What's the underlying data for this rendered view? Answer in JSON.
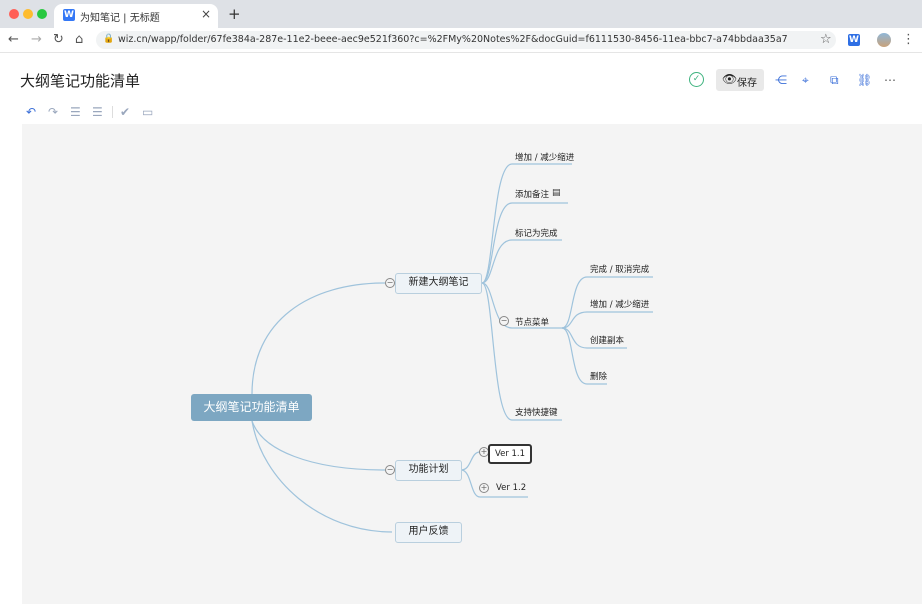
{
  "browser": {
    "tab_title": "为知笔记 | 无标题",
    "tab_favicon": "W",
    "new_tab": "+",
    "tab_close": "×",
    "url": "wiz.cn/wapp/folder/67fe384a-287e-11e2-beee-aec9e521f360?c=%2FMy%20Notes%2F&docGuid=f6111530-8456-11ea-bbc7-a74bbdaa35a7",
    "extension_label": "W",
    "icons": {
      "back": "←",
      "forward": "→",
      "reload": "↻",
      "home": "⌂",
      "lock": "🔒",
      "star": "☆",
      "menu": "⋮"
    }
  },
  "header": {
    "doc_title": "大纲笔记功能清单",
    "save_label": "保存",
    "icons": {
      "check": "✓",
      "eye": "👁",
      "share_tree": "⋲",
      "focus": "⌖",
      "external": "⧉",
      "link": "⛓",
      "more": "⋯"
    }
  },
  "toolbar": {
    "icons": {
      "undo": "↶",
      "redo": "↷",
      "outdent": "☰",
      "indent": "☰",
      "complete": "✔",
      "comment": "▭"
    }
  },
  "mindmap": {
    "root": "大纲笔记功能清单",
    "n_new": "新建大纲笔记",
    "n_plan": "功能计划",
    "n_feedback": "用户反馈",
    "c_indent": "增加 / 减少缩进",
    "c_note": "添加备注",
    "c_mark": "标记为完成",
    "c_menu": "节点菜单",
    "c_shortcut": "支持快捷键",
    "m_complete": "完成 / 取消完成",
    "m_indent": "增加 / 减少缩进",
    "m_copy": "创建副本",
    "m_delete": "删除",
    "v11": "Ver 1.1",
    "v12": "Ver 1.2",
    "toggle_minus": "−",
    "toggle_plus": "+",
    "note_icon": "▤"
  },
  "colors": {
    "accent": "#3b6fd8",
    "root_fill": "#7da7c2",
    "edge": "#9fc3dc",
    "canvas": "#f4f4f4"
  }
}
